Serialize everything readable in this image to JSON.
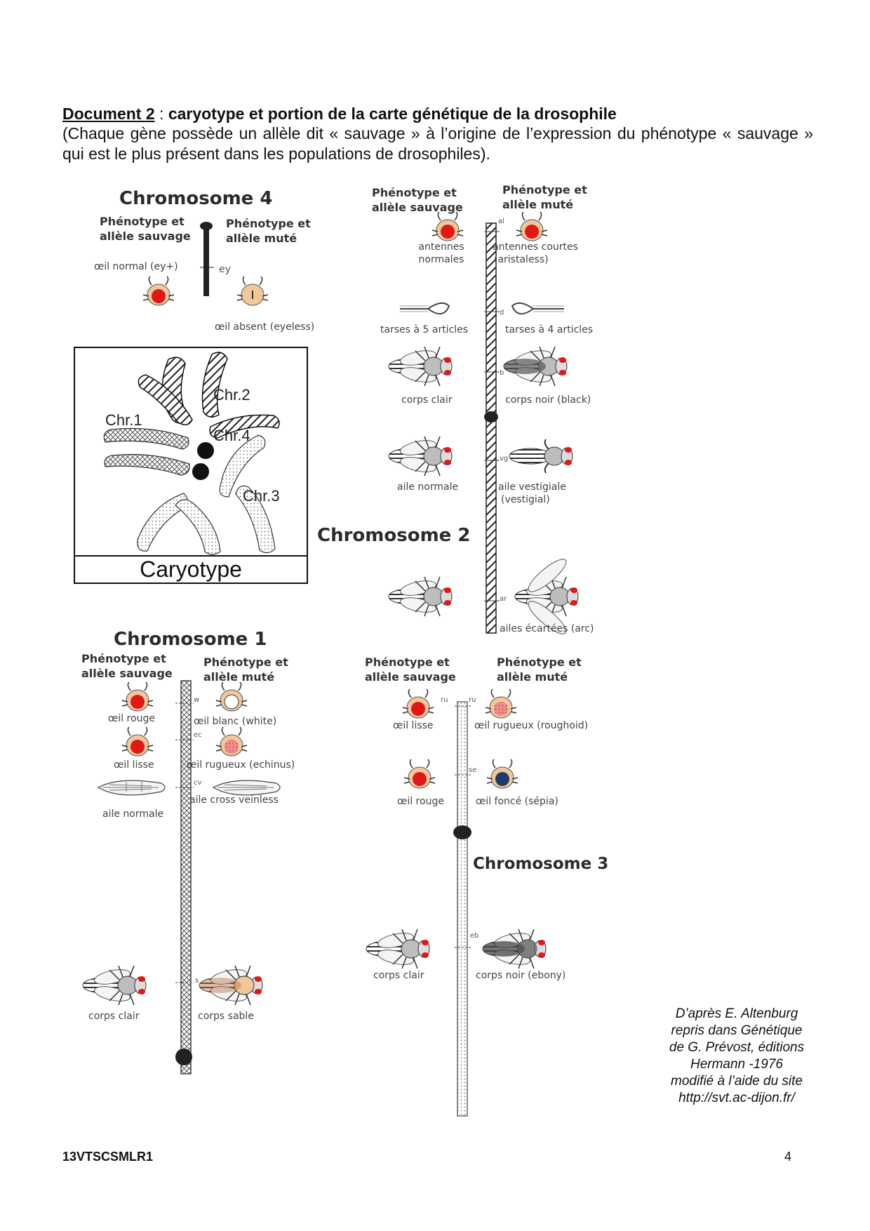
{
  "document": {
    "title_label": "Document 2",
    "title_sep": " : ",
    "title_text": "caryotype et portion de la carte génétique de la drosophile",
    "intro": "(Chaque gène possède un allèle dit « sauvage » à l’origine de l’expression du phénotype « sauvage » qui est le plus présent dans les populations de drosophiles)."
  },
  "chromosome4": {
    "title": "Chromosome 4",
    "wild_header_1": "Phénotype et",
    "wild_header_2": "allèle sauvage",
    "mutant_header_1": "Phénotype et",
    "mutant_header_2": "allèle muté",
    "locus": "ey",
    "wild_label": "œil normal (ey+)",
    "mutant_label": "œil absent (eyeless)"
  },
  "karyotype": {
    "caption": "Caryotype",
    "chr1": "Chr.1",
    "chr2": "Chr.2",
    "chr3": "Chr.3",
    "chr4": "Chr.4"
  },
  "chromosome2": {
    "title": "Chromosome 2",
    "wild_header_1": "Phénotype et",
    "wild_header_2": "allèle sauvage",
    "mutant_header_1": "Phénotype et",
    "mutant_header_2": "allèle muté",
    "genes": [
      {
        "locus": "al",
        "wild_1": "antennes",
        "wild_2": "normales",
        "mutant_1": "antennes courtes",
        "mutant_2": "(aristaless)"
      },
      {
        "locus": "d",
        "wild_1": "tarses à 5 articles",
        "wild_2": "",
        "mutant_1": "tarses à 4 articles",
        "mutant_2": ""
      },
      {
        "locus": "b",
        "wild_1": "corps clair",
        "wild_2": "",
        "mutant_1": "corps noir (black)",
        "mutant_2": ""
      },
      {
        "locus": "vg",
        "wild_1": "aile normale",
        "wild_2": "",
        "mutant_1": "aile vestigiale",
        "mutant_2": "(vestigial)"
      },
      {
        "locus": "ar",
        "wild_1": "",
        "wild_2": "",
        "mutant_1": "ailes écartées (arc)",
        "mutant_2": ""
      }
    ]
  },
  "chromosome1": {
    "title": "Chromosome 1",
    "wild_header_1": "Phénotype et",
    "wild_header_2": "allèle sauvage",
    "mutant_header_1": "Phénotype et",
    "mutant_header_2": "allèle muté",
    "genes": [
      {
        "locus": "w",
        "wild": "œil rouge",
        "mutant": "œil blanc (white)"
      },
      {
        "locus": "ec",
        "wild": "œil lisse",
        "mutant": "œil rugueux (echinus)"
      },
      {
        "locus": "cv",
        "wild": "aile normale",
        "mutant": "aile cross veinless"
      },
      {
        "locus": "s",
        "wild": "corps clair",
        "mutant": "corps sable"
      }
    ]
  },
  "chromosome3": {
    "title": "Chromosome 3",
    "wild_header_1": "Phénotype et",
    "wild_header_2": "allèle sauvage",
    "mutant_header_1": "Phénotype et",
    "mutant_header_2": "allèle muté",
    "genes": [
      {
        "locus": "ru",
        "wild": "œil lisse",
        "mutant": "œil rugueux (roughoid)"
      },
      {
        "locus": "se",
        "wild": "œil rouge",
        "mutant": "œil foncé (sépia)"
      },
      {
        "locus": "eb",
        "wild": "corps clair",
        "mutant": "corps noir (ebony)"
      }
    ]
  },
  "credit": {
    "line1": "D’après E. Altenburg",
    "line2": "repris dans Génétique",
    "line3": "de G. Prévost, éditions",
    "line4": "Hermann -1976",
    "line5": "modifié à l’aide du site",
    "line6": "http://svt.ac-dijon.fr/"
  },
  "footer": {
    "code": "13VTSCSMLR1",
    "page": "4"
  },
  "colors": {
    "eye_red": "#e01818",
    "eye_dark": "#1f3a6b",
    "body_tan": "#f2c89a",
    "body_dark": "#444444"
  }
}
